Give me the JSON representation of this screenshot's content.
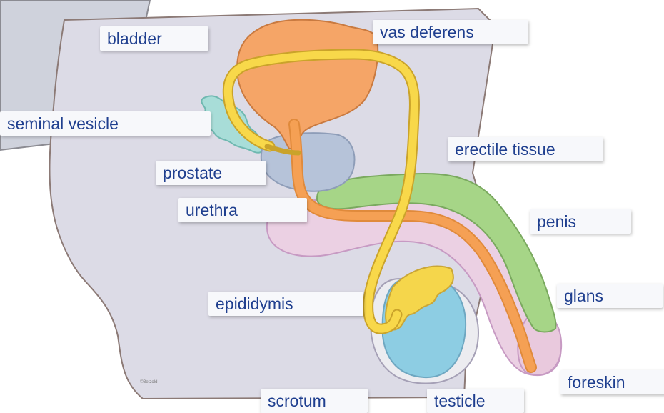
{
  "labels": {
    "bladder": "bladder",
    "vas_deferens": "vas deferens",
    "seminal_vesicle": "seminal vesicle",
    "erectile_tissue": "erectile tissue",
    "prostate": "prostate",
    "urethra": "urethra",
    "penis": "penis",
    "glans": "glans",
    "epididymis": "epididymis",
    "foreskin": "foreskin",
    "scrotum": "scrotum",
    "testicle": "testicle"
  },
  "publisher": "©Betzold",
  "colors": {
    "board": "#dcdbe6",
    "board_border": "#8c7a76",
    "bladder": "#f5a567",
    "prostate": "#b6c3d9",
    "seminal_vesicle": "#a8ddd8",
    "erectile_tissue": "#a6d587",
    "penis_body": "#ebd0e3",
    "urethra": "#f5a054",
    "vas_deferens": "#f8d84a",
    "testicle": "#8dcde3",
    "epididymis": "#f5d64b",
    "scrotum": "#ececf0"
  }
}
